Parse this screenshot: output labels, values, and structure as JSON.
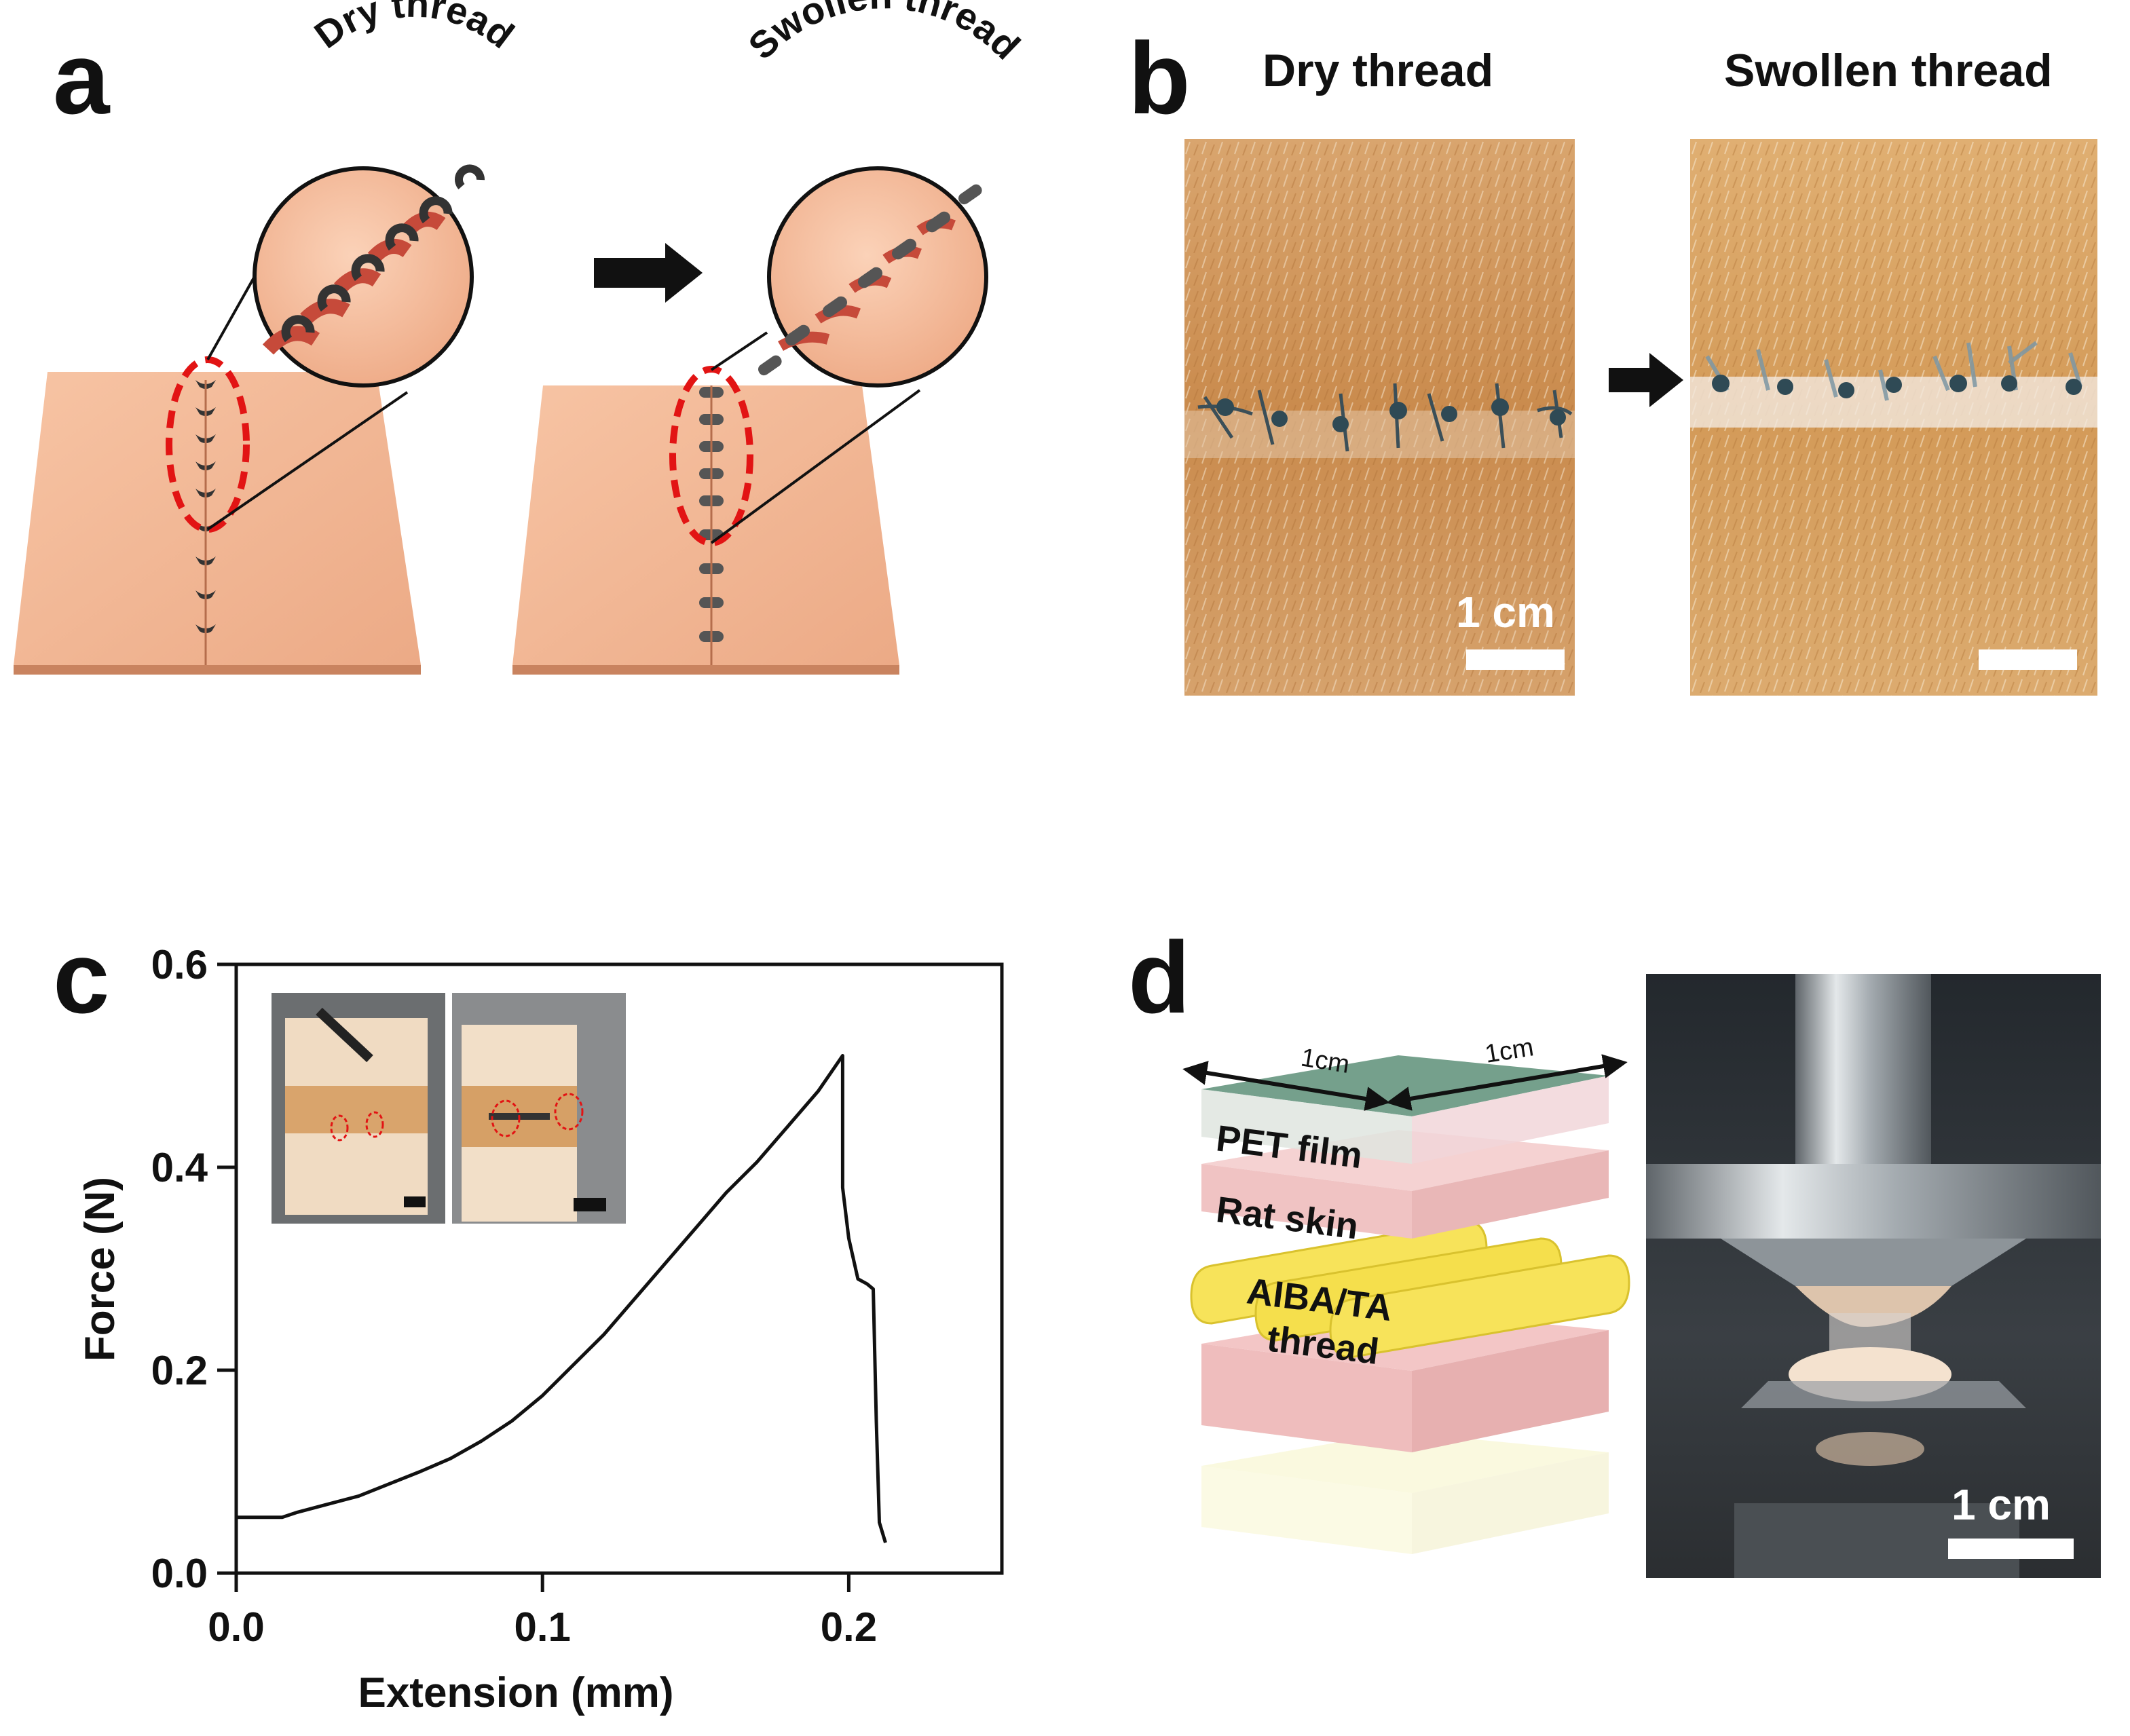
{
  "panels": {
    "a": {
      "letter": "a",
      "dry_label": "Dry thread",
      "swollen_label": "Swollen thread"
    },
    "b": {
      "letter": "b",
      "dry_title": "Dry thread",
      "swollen_title": "Swollen thread",
      "scale_label": "1 cm"
    },
    "c": {
      "letter": "c"
    },
    "d": {
      "letter": "d",
      "dim_left": "1cm",
      "dim_right": "1cm",
      "layer_pet": "PET film",
      "layer_skin": "Rat skin",
      "layer_thread_1": "AIBA/TA",
      "layer_thread_2": "thread",
      "scale_label": "1 cm"
    }
  },
  "chart_data": {
    "type": "line",
    "xlabel": "Extension (mm)",
    "ylabel": "Force (N)",
    "xlim": [
      0,
      0.25
    ],
    "ylim": [
      0,
      0.6
    ],
    "x_ticks": [
      "0.0",
      "0.1",
      "0.2"
    ],
    "y_ticks": [
      "0.0",
      "0.2",
      "0.4",
      "0.6"
    ],
    "x_tick_values": [
      0,
      0.1,
      0.2
    ],
    "y_tick_values": [
      0,
      0.2,
      0.4,
      0.6
    ],
    "grid": false,
    "series": [
      {
        "values": [
          [
            0.0,
            0.055
          ],
          [
            0.015,
            0.055
          ],
          [
            0.02,
            0.06
          ],
          [
            0.03,
            0.068
          ],
          [
            0.04,
            0.076
          ],
          [
            0.05,
            0.088
          ],
          [
            0.06,
            0.1
          ],
          [
            0.07,
            0.113
          ],
          [
            0.08,
            0.13
          ],
          [
            0.09,
            0.15
          ],
          [
            0.1,
            0.175
          ],
          [
            0.11,
            0.205
          ],
          [
            0.12,
            0.235
          ],
          [
            0.13,
            0.27
          ],
          [
            0.14,
            0.305
          ],
          [
            0.15,
            0.34
          ],
          [
            0.16,
            0.375
          ],
          [
            0.17,
            0.405
          ],
          [
            0.18,
            0.44
          ],
          [
            0.19,
            0.475
          ],
          [
            0.198,
            0.51
          ],
          [
            0.198,
            0.38
          ],
          [
            0.2,
            0.33
          ],
          [
            0.203,
            0.29
          ],
          [
            0.206,
            0.285
          ],
          [
            0.208,
            0.28
          ],
          [
            0.209,
            0.15
          ],
          [
            0.21,
            0.05
          ],
          [
            0.212,
            0.03
          ]
        ]
      }
    ]
  }
}
